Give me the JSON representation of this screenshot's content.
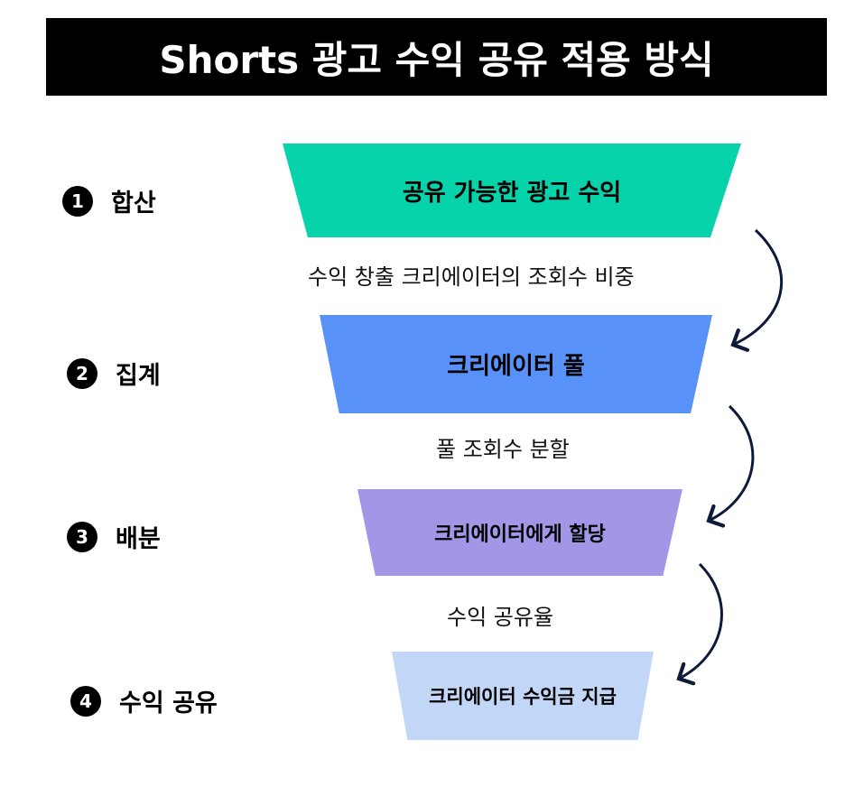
{
  "title": "Shorts 광고 수익 공유 적용 방식",
  "steps": [
    {
      "num": "1",
      "label": "합산"
    },
    {
      "num": "2",
      "label": "집계"
    },
    {
      "num": "3",
      "label": "배분"
    },
    {
      "num": "4",
      "label": "수익 공유"
    }
  ],
  "funnel": [
    {
      "label": "공유 가능한 광고 수익",
      "color": "#06d3a9"
    },
    {
      "label": "크리에이터 풀",
      "color": "#5891f8"
    },
    {
      "label": "크리에이터에게 할당",
      "color": "#a197e6"
    },
    {
      "label": "크리에이터 수익금 지급",
      "color": "#c2d6f8"
    }
  ],
  "connectors": [
    "수익 창출 크리에이터의 조회수 비중",
    "풀 조회수 분할",
    "수익 공유율"
  ],
  "arrow_color": "#0e1a3a"
}
